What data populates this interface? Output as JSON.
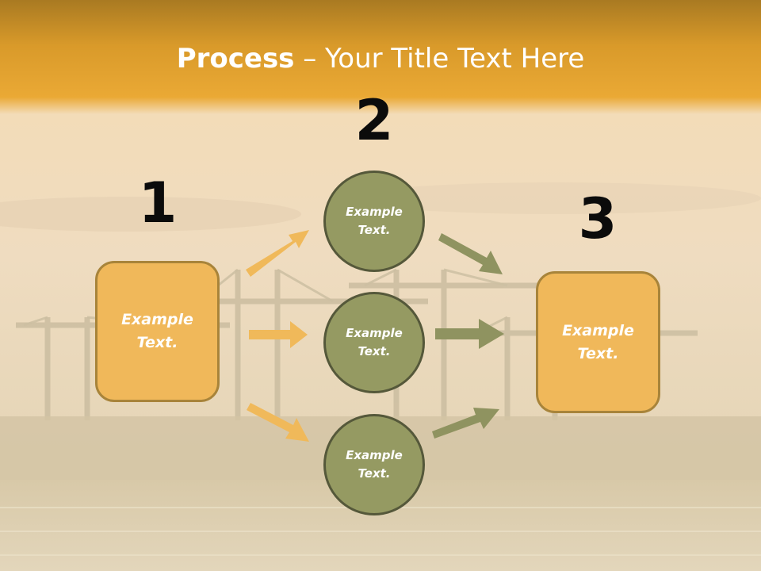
{
  "slide": {
    "title_bold": "Process",
    "title_rest": " – Your Title Text Here"
  },
  "steps": {
    "step1": {
      "number": "1",
      "text_line1": "Example",
      "text_line2": "Text."
    },
    "step2": {
      "number": "2",
      "circles": [
        {
          "text_line1": "Example",
          "text_line2": "Text."
        },
        {
          "text_line1": "Example",
          "text_line2": "Text."
        },
        {
          "text_line1": "Example",
          "text_line2": "Text."
        }
      ]
    },
    "step3": {
      "number": "3",
      "text_line1": "Example",
      "text_line2": "Text."
    }
  },
  "colors": {
    "box_fill": "#f0b85a",
    "box_border": "#a8843a",
    "circle_fill": "#959a62",
    "circle_border": "#55583a",
    "arrow_orange": "#f0b95a",
    "arrow_olive": "#8f9360",
    "header_band": "#e8a835"
  },
  "icons": {
    "background": "harbor-cranes-sunset-image",
    "arrows": "right-arrow-icon"
  }
}
